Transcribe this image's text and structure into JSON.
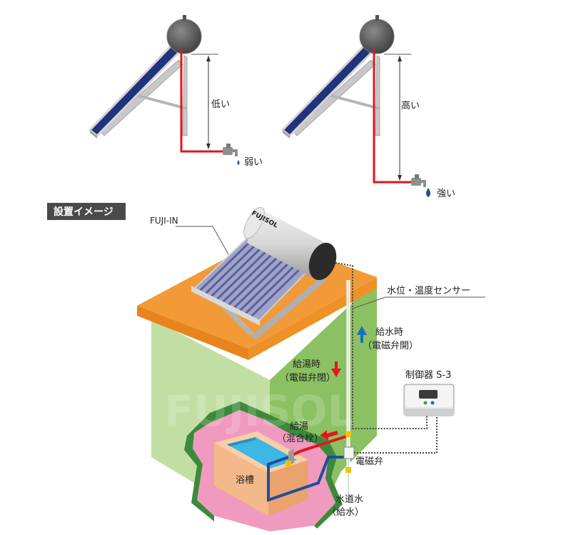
{
  "top_diagrams": {
    "left": {
      "height_label": "低い",
      "pressure_label": "弱い"
    },
    "right": {
      "height_label": "高い",
      "pressure_label": "強い"
    }
  },
  "section_title": "設置イメージ",
  "labels": {
    "heater": "FUJI-IN",
    "brand": "FUJISOL",
    "watermark": "FUJISOL",
    "sensor": "水位・温度センサー",
    "supply_time": "給水時",
    "supply_valve_open": "（電磁弁開）",
    "hot_time": "給湯時",
    "hot_valve_closed": "（電磁弁閉）",
    "controller": "制御器 S-3",
    "hot_water": "給湯",
    "mixer": "（混合栓）",
    "solenoid_valve": "電磁弁",
    "bathtub": "浴槽",
    "tap_water": "水道水",
    "water_supply": "（給水）"
  },
  "colors": {
    "pipe_hot": "#e4161b",
    "pipe_cold": "#1f4e9e",
    "arrow_blue": "#1a6fc0",
    "roof": "#f29a38",
    "wall_green": "#8cc163",
    "interior_pink": "#f09ac0",
    "title_bg": "#4a4a4a"
  }
}
